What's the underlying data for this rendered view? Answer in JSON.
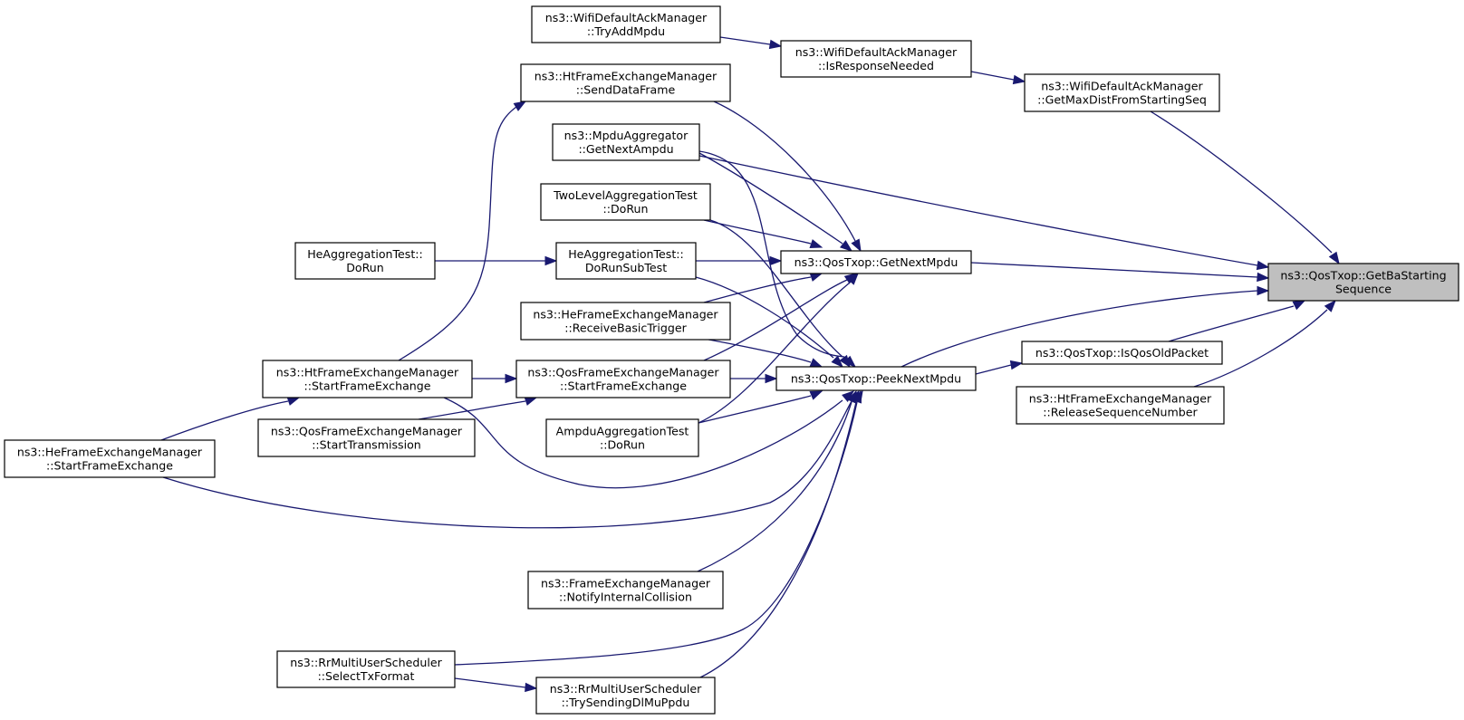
{
  "diagram": {
    "type": "call-graph",
    "root": "get_ba_starting_sequence",
    "nodes": [
      {
        "id": "get_ba_starting_sequence",
        "lines": [
          "ns3::QosTxop::GetBaStarting",
          "Sequence"
        ],
        "root": true
      },
      {
        "id": "get_max_dist",
        "lines": [
          "ns3::WifiDefaultAckManager",
          "::GetMaxDistFromStartingSeq"
        ]
      },
      {
        "id": "is_response_needed",
        "lines": [
          "ns3::WifiDefaultAckManager",
          "::IsResponseNeeded"
        ]
      },
      {
        "id": "try_add_mpdu",
        "lines": [
          "ns3::WifiDefaultAckManager",
          "::TryAddMpdu"
        ]
      },
      {
        "id": "send_data_frame",
        "lines": [
          "ns3::HtFrameExchangeManager",
          "::SendDataFrame"
        ]
      },
      {
        "id": "get_next_ampdu",
        "lines": [
          "ns3::MpduAggregator",
          "::GetNextAmpdu"
        ]
      },
      {
        "id": "two_level_do_run",
        "lines": [
          "TwoLevelAggregationTest",
          "::DoRun"
        ]
      },
      {
        "id": "he_agg_do_run_sub",
        "lines": [
          "HeAggregationTest::",
          "DoRunSubTest"
        ]
      },
      {
        "id": "he_agg_do_run",
        "lines": [
          "HeAggregationTest::",
          "DoRun"
        ]
      },
      {
        "id": "receive_basic_trigger",
        "lines": [
          "ns3::HeFrameExchangeManager",
          "::ReceiveBasicTrigger"
        ]
      },
      {
        "id": "get_next_mpdu",
        "lines": [
          "ns3::QosTxop::GetNextMpdu"
        ]
      },
      {
        "id": "peek_next_mpdu",
        "lines": [
          "ns3::QosTxop::PeekNextMpdu"
        ]
      },
      {
        "id": "is_qos_old_packet",
        "lines": [
          "ns3::QosTxop::IsQosOldPacket"
        ]
      },
      {
        "id": "release_seq_num",
        "lines": [
          "ns3::HtFrameExchangeManager",
          "::ReleaseSequenceNumber"
        ]
      },
      {
        "id": "ht_start_frame_exchange",
        "lines": [
          "ns3::HtFrameExchangeManager",
          "::StartFrameExchange"
        ]
      },
      {
        "id": "qos_start_frame_exchange",
        "lines": [
          "ns3::QosFrameExchangeManager",
          "::StartFrameExchange"
        ]
      },
      {
        "id": "qos_start_transmission",
        "lines": [
          "ns3::QosFrameExchangeManager",
          "::StartTransmission"
        ]
      },
      {
        "id": "ampdu_agg_do_run",
        "lines": [
          "AmpduAggregationTest",
          "::DoRun"
        ]
      },
      {
        "id": "he_start_frame_exchange",
        "lines": [
          "ns3::HeFrameExchangeManager",
          "::StartFrameExchange"
        ]
      },
      {
        "id": "notify_internal_collision",
        "lines": [
          "ns3::FrameExchangeManager",
          "::NotifyInternalCollision"
        ]
      },
      {
        "id": "select_tx_format",
        "lines": [
          "ns3::RrMultiUserScheduler",
          "::SelectTxFormat"
        ]
      },
      {
        "id": "try_sending_dl_mu_ppdu",
        "lines": [
          "ns3::RrMultiUserScheduler",
          "::TrySendingDlMuPpdu"
        ]
      }
    ],
    "edges": [
      {
        "from": "try_add_mpdu",
        "to": "is_response_needed"
      },
      {
        "from": "is_response_needed",
        "to": "get_max_dist"
      },
      {
        "from": "get_max_dist",
        "to": "get_ba_starting_sequence"
      },
      {
        "from": "get_next_ampdu",
        "to": "get_ba_starting_sequence"
      },
      {
        "from": "get_next_mpdu",
        "to": "get_ba_starting_sequence"
      },
      {
        "from": "peek_next_mpdu",
        "to": "get_ba_starting_sequence"
      },
      {
        "from": "is_qos_old_packet",
        "to": "get_ba_starting_sequence"
      },
      {
        "from": "release_seq_num",
        "to": "get_ba_starting_sequence"
      },
      {
        "from": "peek_next_mpdu",
        "to": "is_qos_old_packet"
      },
      {
        "from": "send_data_frame",
        "to": "get_next_mpdu"
      },
      {
        "from": "get_next_ampdu",
        "to": "get_next_mpdu"
      },
      {
        "from": "two_level_do_run",
        "to": "get_next_mpdu"
      },
      {
        "from": "he_agg_do_run_sub",
        "to": "get_next_mpdu"
      },
      {
        "from": "receive_basic_trigger",
        "to": "get_next_mpdu"
      },
      {
        "from": "qos_start_frame_exchange",
        "to": "get_next_mpdu"
      },
      {
        "from": "ampdu_agg_do_run",
        "to": "get_next_mpdu"
      },
      {
        "from": "he_agg_do_run",
        "to": "he_agg_do_run_sub"
      },
      {
        "from": "ht_start_frame_exchange",
        "to": "send_data_frame"
      },
      {
        "from": "ht_start_frame_exchange",
        "to": "qos_start_frame_exchange"
      },
      {
        "from": "he_start_frame_exchange",
        "to": "ht_start_frame_exchange"
      },
      {
        "from": "qos_start_transmission",
        "to": "qos_start_frame_exchange"
      },
      {
        "from": "get_next_ampdu",
        "to": "peek_next_mpdu"
      },
      {
        "from": "two_level_do_run",
        "to": "peek_next_mpdu"
      },
      {
        "from": "he_agg_do_run_sub",
        "to": "peek_next_mpdu"
      },
      {
        "from": "receive_basic_trigger",
        "to": "peek_next_mpdu"
      },
      {
        "from": "qos_start_frame_exchange",
        "to": "peek_next_mpdu"
      },
      {
        "from": "ampdu_agg_do_run",
        "to": "peek_next_mpdu"
      },
      {
        "from": "ht_start_frame_exchange",
        "to": "peek_next_mpdu"
      },
      {
        "from": "he_start_frame_exchange",
        "to": "peek_next_mpdu"
      },
      {
        "from": "notify_internal_collision",
        "to": "peek_next_mpdu"
      },
      {
        "from": "select_tx_format",
        "to": "peek_next_mpdu"
      },
      {
        "from": "try_sending_dl_mu_ppdu",
        "to": "peek_next_mpdu"
      },
      {
        "from": "select_tx_format",
        "to": "try_sending_dl_mu_ppdu"
      }
    ]
  }
}
